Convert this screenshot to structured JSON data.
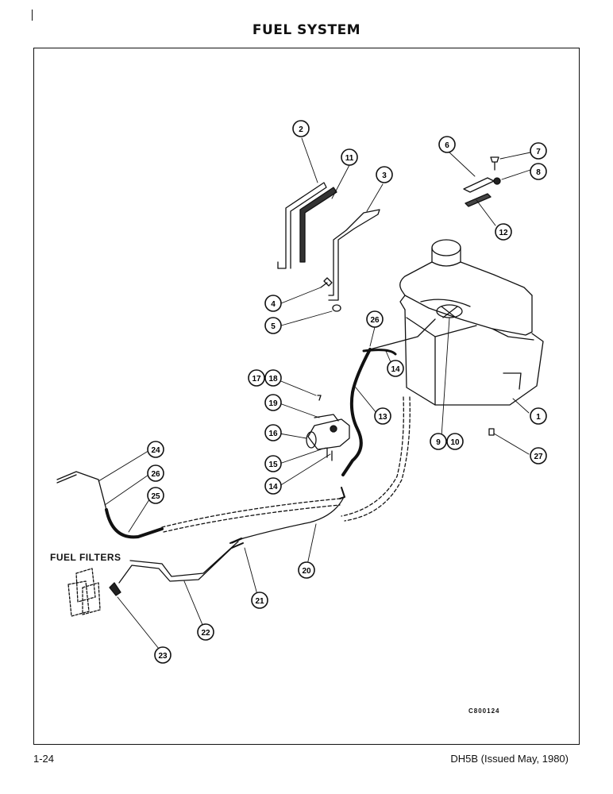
{
  "page": {
    "title": "FUEL SYSTEM",
    "page_number": "1-24",
    "doc_ref": "DH5B (Issued May, 1980)",
    "drawing_code": "C800124"
  },
  "diagram": {
    "side_label": "FUEL FILTERS",
    "callouts": [
      {
        "id": "c2",
        "text": "2"
      },
      {
        "id": "c11",
        "text": "11"
      },
      {
        "id": "c3",
        "text": "3"
      },
      {
        "id": "c6",
        "text": "6"
      },
      {
        "id": "c7",
        "text": "7"
      },
      {
        "id": "c8",
        "text": "8"
      },
      {
        "id": "c12",
        "text": "12"
      },
      {
        "id": "c4",
        "text": "4"
      },
      {
        "id": "c5",
        "text": "5"
      },
      {
        "id": "c26a",
        "text": "26"
      },
      {
        "id": "c14a",
        "text": "14"
      },
      {
        "id": "c17",
        "text": "17"
      },
      {
        "id": "c18",
        "text": "18"
      },
      {
        "id": "c19",
        "text": "19"
      },
      {
        "id": "c13",
        "text": "13"
      },
      {
        "id": "c1",
        "text": "1"
      },
      {
        "id": "c16",
        "text": "16"
      },
      {
        "id": "c9",
        "text": "9"
      },
      {
        "id": "c10",
        "text": "10"
      },
      {
        "id": "c24",
        "text": "24"
      },
      {
        "id": "c27",
        "text": "27"
      },
      {
        "id": "c15",
        "text": "15"
      },
      {
        "id": "c26b",
        "text": "26"
      },
      {
        "id": "c14b",
        "text": "14"
      },
      {
        "id": "c25",
        "text": "25"
      },
      {
        "id": "c20",
        "text": "20"
      },
      {
        "id": "c21",
        "text": "21"
      },
      {
        "id": "c22",
        "text": "22"
      },
      {
        "id": "c23",
        "text": "23"
      }
    ]
  }
}
